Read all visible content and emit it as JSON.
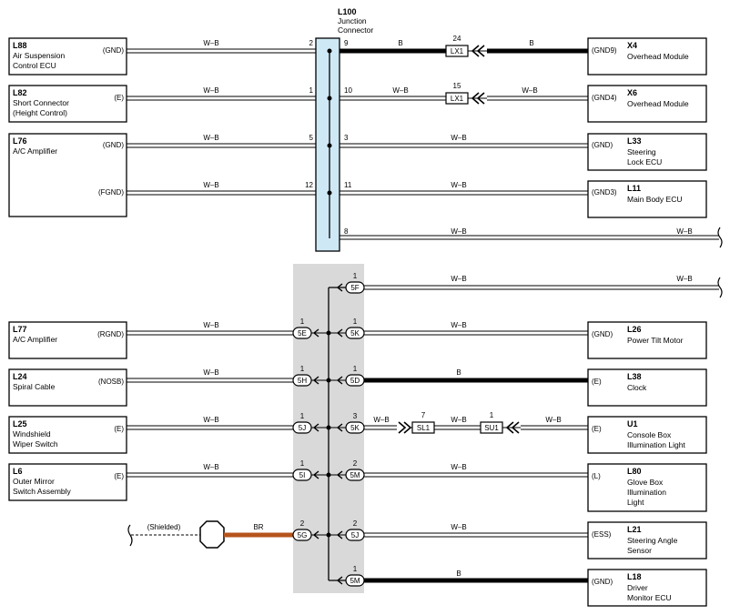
{
  "junction": {
    "code": "L100",
    "name1": "Junction",
    "name2": "Connector"
  },
  "left_components": [
    {
      "code": "L88",
      "l1": "Air Suspension",
      "l2": "Control ECU",
      "l3": ""
    },
    {
      "code": "L82",
      "l1": "Short Connector",
      "l2": "(Height Control)",
      "l3": ""
    },
    {
      "code": "L76",
      "l1": "A/C Amplifier",
      "l2": "",
      "l3": ""
    },
    {
      "code": "L77",
      "l1": "A/C Amplifier",
      "l2": "",
      "l3": ""
    },
    {
      "code": "L24",
      "l1": "Spiral Cable",
      "l2": "",
      "l3": ""
    },
    {
      "code": "L25",
      "l1": "Windshield",
      "l2": "Wiper Switch",
      "l3": ""
    },
    {
      "code": "L6",
      "l1": "Outer Mirror",
      "l2": "Switch Assembly",
      "l3": ""
    }
  ],
  "right_components": [
    {
      "code": "X4",
      "l1": "Overhead Module",
      "l2": "",
      "l3": ""
    },
    {
      "code": "X6",
      "l1": "Overhead Module",
      "l2": "",
      "l3": ""
    },
    {
      "code": "L33",
      "l1": "Steering",
      "l2": "Lock ECU",
      "l3": ""
    },
    {
      "code": "L11",
      "l1": "Main Body ECU",
      "l2": "",
      "l3": ""
    },
    {
      "code": "L26",
      "l1": "Power Tilt Motor",
      "l2": "",
      "l3": ""
    },
    {
      "code": "L38",
      "l1": "Clock",
      "l2": "",
      "l3": ""
    },
    {
      "code": "U1",
      "l1": "Console Box",
      "l2": "Illumination Light",
      "l3": ""
    },
    {
      "code": "L80",
      "l1": "Glove Box",
      "l2": "Illumination",
      "l3": "Light"
    },
    {
      "code": "L21",
      "l1": "Steering Angle",
      "l2": "Sensor",
      "l3": ""
    },
    {
      "code": "L18",
      "l1": "Driver",
      "l2": "Monitor ECU",
      "l3": ""
    }
  ],
  "left_terms": [
    "(GND)",
    "(E)",
    "(GND)",
    "(FGND)",
    "(RGND)",
    "(NOSB)",
    "(E)",
    "(E)"
  ],
  "right_terms": [
    "(GND9)",
    "(GND4)",
    "(GND)",
    "(GND3)",
    "(GND)",
    "(E)",
    "(E)",
    "(L)",
    "(ESS)",
    "(GND)"
  ],
  "wire_colors": {
    "wb": "W–B",
    "b": "B",
    "br": "BR"
  },
  "upper_left_pins": [
    "2",
    "1",
    "5",
    "12"
  ],
  "upper_right_pins": [
    "9",
    "10",
    "3",
    "11",
    "8"
  ],
  "inline_connectors": [
    {
      "label": "LX1",
      "pin": "24"
    },
    {
      "label": "LX1",
      "pin": "15"
    },
    {
      "label": "SL1",
      "pin": "7"
    },
    {
      "label": "SU1",
      "pin": "1"
    }
  ],
  "lower_left_connectors": [
    {
      "id": "5E",
      "pin": "1"
    },
    {
      "id": "5H",
      "pin": "1"
    },
    {
      "id": "5J",
      "pin": "1"
    },
    {
      "id": "5I",
      "pin": "1"
    },
    {
      "id": "5G",
      "pin": "2"
    }
  ],
  "lower_right_connectors": [
    {
      "id": "5F",
      "pin": "1"
    },
    {
      "id": "5K",
      "pin": "1"
    },
    {
      "id": "5D",
      "pin": "1"
    },
    {
      "id": "5K",
      "pin": "3"
    },
    {
      "id": "5M",
      "pin": "2"
    },
    {
      "id": "5J",
      "pin": "2"
    },
    {
      "id": "5M",
      "pin": "1"
    }
  ],
  "shielded_label": "(Shielded)"
}
